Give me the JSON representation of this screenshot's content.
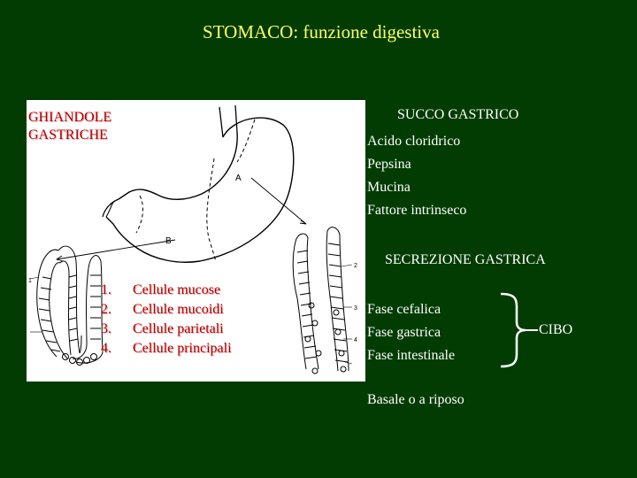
{
  "title": "STOMACO: funzione digestiva",
  "figure": {
    "glands_label_line1": "GHIANDOLE",
    "glands_label_line2": "GASTRICHE",
    "label_a": "A",
    "label_b": "B",
    "gland_tick_labels": [
      "1",
      "2",
      "3",
      "4"
    ],
    "cells": [
      {
        "num": "1.",
        "label": "Cellule mucose"
      },
      {
        "num": "2.",
        "label": "Cellule mucoidi"
      },
      {
        "num": "3.",
        "label": "Cellule parietali"
      },
      {
        "num": "4.",
        "label": "Cellule principali"
      }
    ]
  },
  "succo": {
    "title": "SUCCO GASTRICO",
    "items": [
      "Acido cloridrico",
      "Pepsina",
      "Mucina",
      "Fattore intrinseco"
    ]
  },
  "secrezione": {
    "title": "SECREZIONE GASTRICA",
    "phases": [
      "Fase cefalica",
      "Fase gastrica",
      "Fase intestinale"
    ],
    "stimulus": "CIBO",
    "basal": "Basale o a riposo"
  },
  "colors": {
    "background": "#023c02",
    "title": "#ffff66",
    "text": "#ffffff",
    "figure_labels": "#b00000"
  }
}
